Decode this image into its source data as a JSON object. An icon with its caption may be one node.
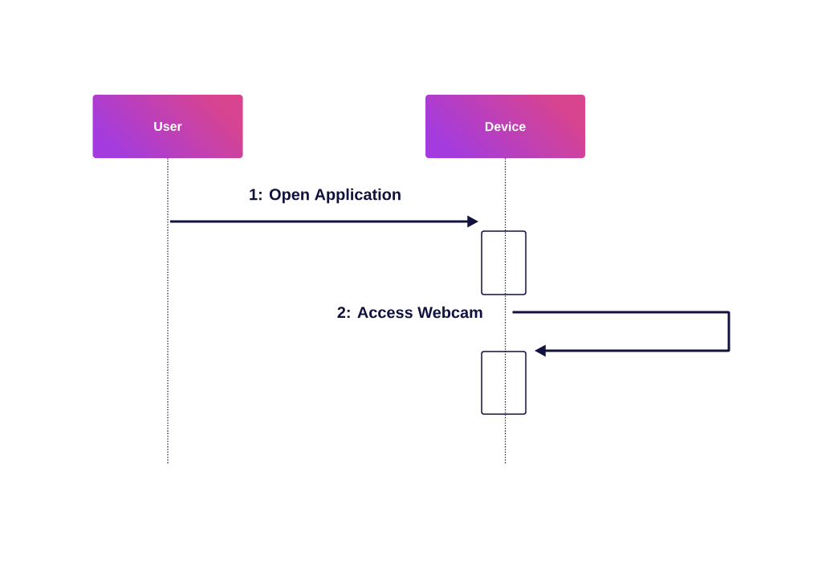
{
  "diagram": {
    "nodes": [
      {
        "text": [
          "User"
        ]
      },
      {
        "text": [
          "Device"
        ]
      },
      {
        "text": [],
        "shape": "box"
      },
      {
        "text": [],
        "shape": "box"
      }
    ],
    "edges": [
      {
        "from": 0,
        "to": 2,
        "arrow": "to",
        "label": "1: Open Application"
      },
      {
        "from": 1,
        "to": 3,
        "arrow": "to",
        "label": "2: Access Webcam"
      }
    ]
  }
}
